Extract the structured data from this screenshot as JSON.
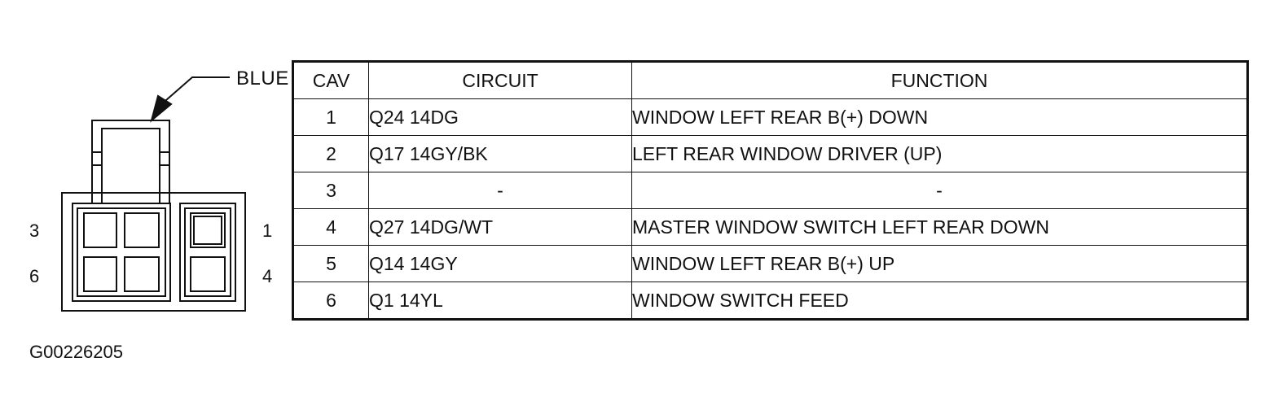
{
  "connector": {
    "color_label": "BLUE",
    "pin_labels": {
      "top_left": "3",
      "bottom_left": "6",
      "top_right": "1",
      "bottom_right": "4"
    }
  },
  "table": {
    "headers": {
      "cav": "CAV",
      "circuit": "CIRCUIT",
      "function": "FUNCTION"
    },
    "rows": [
      {
        "cav": "1",
        "circuit": "Q24 14DG",
        "function": "WINDOW LEFT REAR B(+) DOWN"
      },
      {
        "cav": "2",
        "circuit": "Q17 14GY/BK",
        "function": "LEFT REAR WINDOW DRIVER (UP)"
      },
      {
        "cav": "3",
        "circuit": "-",
        "function": "-"
      },
      {
        "cav": "4",
        "circuit": "Q27 14DG/WT",
        "function": "MASTER WINDOW SWITCH LEFT REAR DOWN"
      },
      {
        "cav": "5",
        "circuit": "Q14 14GY",
        "function": "WINDOW LEFT REAR B(+) UP"
      },
      {
        "cav": "6",
        "circuit": "Q1 14YL",
        "function": "WINDOW SWITCH FEED"
      }
    ]
  },
  "figure_id": "G00226205"
}
